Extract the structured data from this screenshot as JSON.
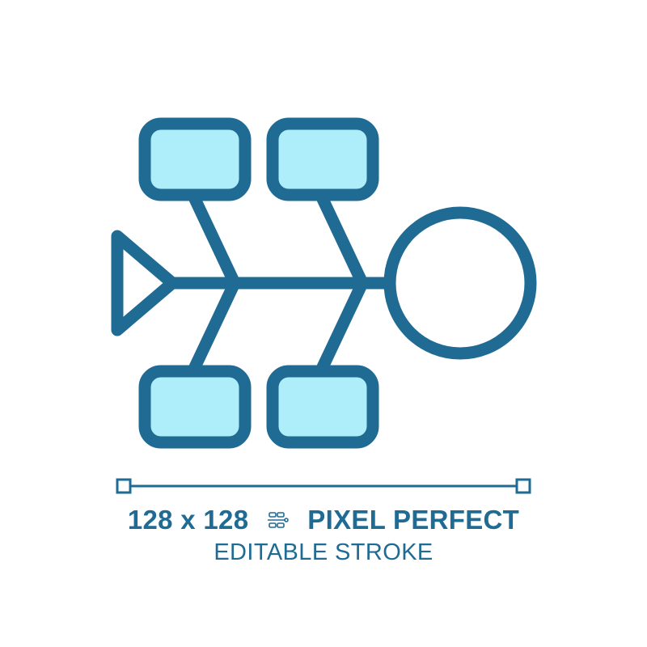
{
  "colors": {
    "stroke": "#1f6b94",
    "box_fill": "#aeeefa",
    "circle_fill": "#ffffff",
    "background": "#ffffff"
  },
  "icon": {
    "name": "fishbone-diagram-icon",
    "boxes": [
      "top-left",
      "top-right",
      "bottom-left",
      "bottom-right"
    ],
    "head": "circle",
    "tail": "triangle"
  },
  "caption": {
    "size_label": "128 x 128",
    "pixel_label": "PIXEL PERFECT",
    "stroke_label": "EDITABLE STROKE"
  }
}
